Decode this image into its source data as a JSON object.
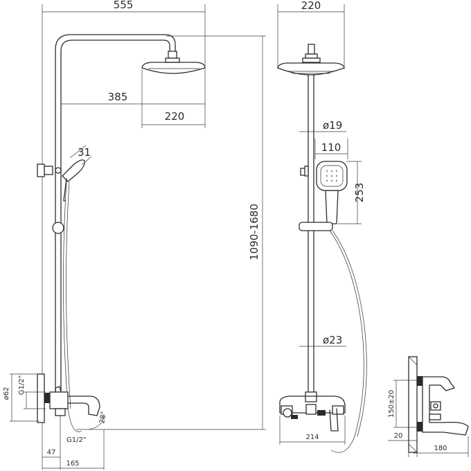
{
  "dimensions": {
    "side_total_width": "555",
    "side_arm": "385",
    "side_head": "220",
    "height_range": "1090-1680",
    "handshower_side_width": "31",
    "wall_flange_dia": "ø62",
    "thread_upper": "G1/2\"",
    "thread_lower": "G1/2\"",
    "spout_angle": "28°",
    "bottom_47": "47",
    "bottom_165": "165",
    "front_head": "220",
    "riser_upper_dia": "ø19",
    "handshower_width": "110",
    "handshower_height": "253",
    "riser_lower_dia": "ø23",
    "mixer_width": "214",
    "wall_offset": "150±20",
    "wall_20": "20",
    "depth_180": "180"
  }
}
